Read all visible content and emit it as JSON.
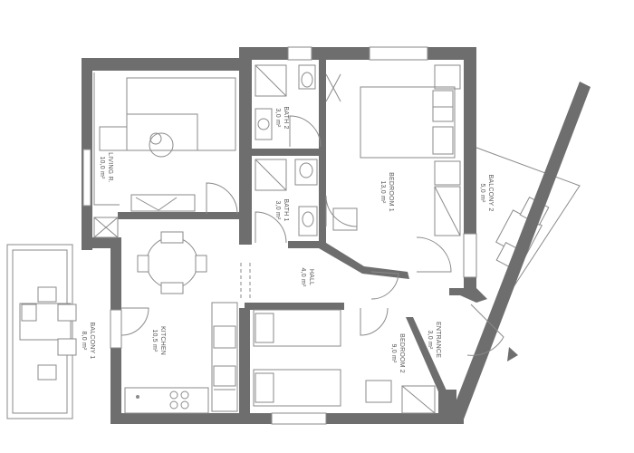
{
  "rooms": {
    "living": {
      "name": "LIVING R.",
      "area": "10,0 m²"
    },
    "bath2": {
      "name": "BATH 2",
      "area": "3,0 m²"
    },
    "bath1": {
      "name": "BATH 1",
      "area": "3,0 m²"
    },
    "bedroom1": {
      "name": "BEDROOM 1",
      "area": "13,0 m²"
    },
    "balcony2": {
      "name": "BALCONY 2",
      "area": "5,0 m²"
    },
    "hall": {
      "name": "HALL",
      "area": "4,0 m²"
    },
    "kitchen": {
      "name": "KITCHEN",
      "area": "10,5 m²"
    },
    "balcony1": {
      "name": "BALCONY 1",
      "area": "8,0 m²"
    },
    "bedroom2": {
      "name": "BEDROOM 2",
      "area": "9,0 m²"
    },
    "entrance": {
      "name": "ENTRANCE",
      "area": "3,0 m²"
    }
  },
  "icons": {
    "entrance_marker": "triangle-arrow-icon"
  },
  "colors": {
    "wall": "#6e6e6e",
    "line": "#8a8a8a",
    "background": "#ffffff"
  }
}
